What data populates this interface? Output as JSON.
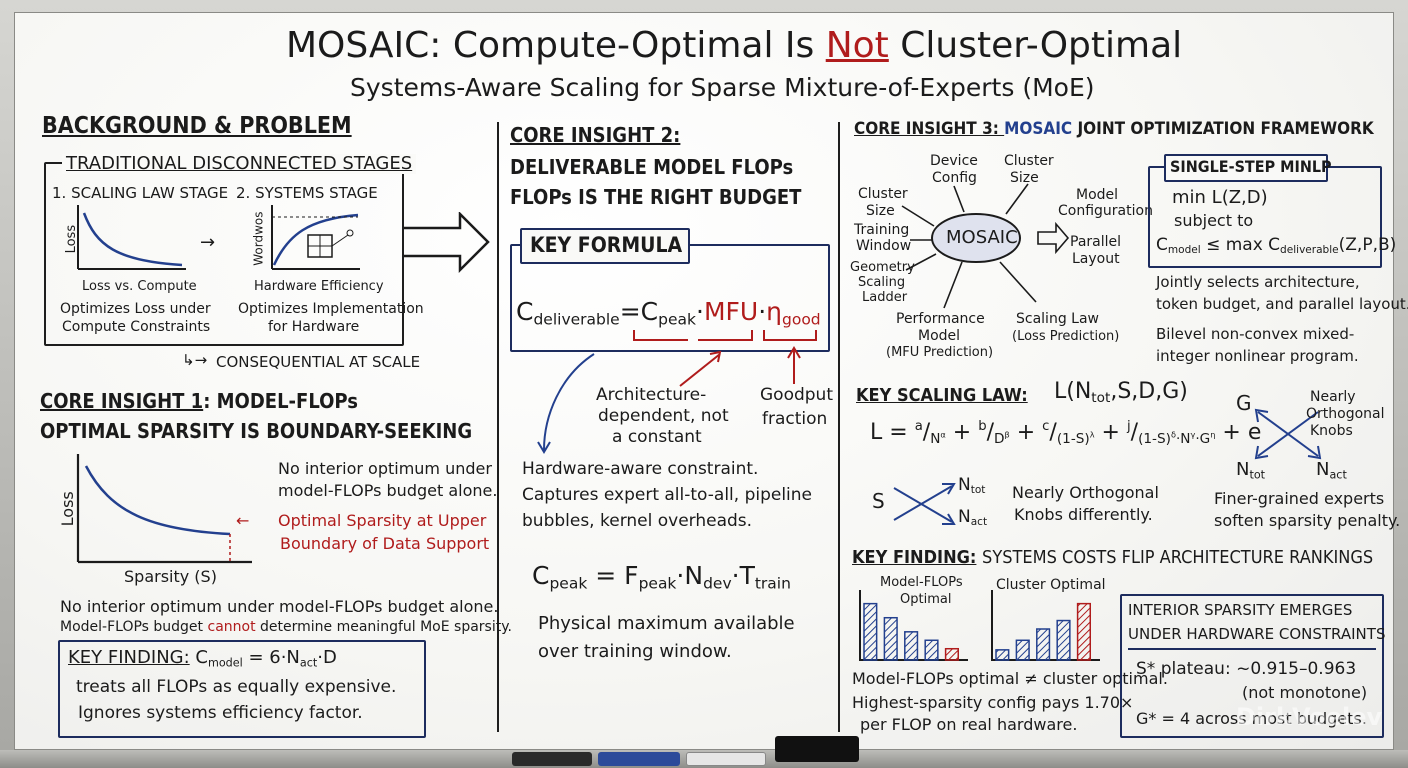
{
  "header": {
    "title_part1": "MOSAIC: Compute-Optimal Is ",
    "title_not": "Not",
    "title_part2": " Cluster-Optimal",
    "subtitle": "Systems-Aware Scaling for Sparse Mixture-of-Experts (MoE)"
  },
  "background": {
    "heading": "BACKGROUND & PROBLEM",
    "stages_title": "TRADITIONAL DISCONNECTED STAGES",
    "stage1_title": "1. SCALING LAW STAGE",
    "stage1_ylabel": "Loss",
    "stage1_caption": "Loss vs. Compute",
    "stage1_desc": [
      "Optimizes Loss under",
      "Compute Constraints"
    ],
    "stage2_title": "2. SYSTEMS STAGE",
    "stage2_ylabel": "Wordwos",
    "stage2_caption": "Hardware Efficiency",
    "stage2_desc": [
      "Optimizes Implementation",
      "for Hardware"
    ],
    "consequence": "CONSEQUENTIAL AT SCALE"
  },
  "insight1": {
    "heading_a": "CORE INSIGHT 1",
    "heading_b": ": MODEL-FLOPs",
    "heading_line2": "OPTIMAL SPARSITY IS BOUNDARY-SEEKING",
    "plot_ylabel": "Loss",
    "plot_xlabel": "Sparsity (S)",
    "note": [
      "No interior optimum under",
      "model-FLOPs budget alone."
    ],
    "annotation": [
      "Optimal Sparsity at Upper",
      "Boundary of Data Support"
    ],
    "text1": "No interior optimum under model-FLOPs budget alone.",
    "text2_a": "Model-FLOPs budget ",
    "text2_b": "cannot",
    "text2_c": " determine meaningful MoE sparsity."
  },
  "key_finding1": {
    "label": "KEY FINDING:",
    "line1": "treats all FLOPs as equally expensive.",
    "line2": "Ignores systems efficiency factor."
  },
  "insight2": {
    "heading": "CORE INSIGHT 2:",
    "line1": "DELIVERABLE MODEL FLOPs",
    "line2": "FLOPs IS THE RIGHT BUDGET",
    "formula_label": "KEY FORMULA",
    "mfu": "MFU",
    "note_arch": [
      "Architecture-",
      "dependent, not",
      "a constant"
    ],
    "note_goodput": [
      "Goodput",
      "fraction"
    ],
    "desc": [
      "Hardware-aware constraint.",
      "Captures expert all-to-all, pipeline",
      "bubbles, kernel overheads."
    ],
    "physical": [
      "Physical maximum available",
      "over training window."
    ]
  },
  "insight3": {
    "heading_a": "CORE INSIGHT 3: ",
    "heading_b": "MOSAIC",
    "heading_c": " JOINT OPTIMIZATION FRAMEWORK",
    "hub": "MOSAIC",
    "inputs": {
      "device": [
        "Device",
        "Config"
      ],
      "cluster_size_top": [
        "Cluster",
        "Size"
      ],
      "cluster_size_left": [
        "Cluster",
        "Size"
      ],
      "training_window": [
        "Training",
        "Window"
      ],
      "geometry": [
        "Geometry",
        "Scaling",
        "Ladder"
      ],
      "performance": [
        "Performance",
        "Model",
        "(MFU Prediction)"
      ],
      "scaling_law": [
        "Scaling Law",
        "(Loss Prediction)"
      ],
      "model_config": [
        "Model",
        "Configuration"
      ]
    },
    "output": [
      "Parallel",
      "Layout"
    ],
    "minlp_title": "SINGLE-STEP MINLP",
    "minlp_min": "min  L(Z,D)",
    "minlp_subject": "subject to",
    "desc1": [
      "Jointly selects architecture,",
      "token budget, and parallel layout."
    ],
    "desc2": [
      "Bilevel non-convex mixed-",
      "integer nonlinear program."
    ]
  },
  "scaling_law": {
    "heading": "KEY SCALING LAW:",
    "signature": "L(N",
    "signature_tail": ",S,D,G)",
    "knob_s": "S",
    "knob_note": [
      "Nearly Orthogonal",
      "Knobs differently."
    ],
    "knob_g": "G",
    "knob_g_note": [
      "Nearly",
      "Orthogonal",
      "Knobs"
    ],
    "finer": [
      "Finer-grained experts",
      "soften sparsity penalty."
    ]
  },
  "key_finding3": {
    "label": "KEY FINDING:",
    "text": "SYSTEMS COSTS FLIP ARCHITECTURE RANKINGS",
    "chart1_title": [
      "Model-FLOPs",
      "Optimal"
    ],
    "chart2_title": "Cluster Optimal",
    "compare": "Model-FLOPs optimal ≠ cluster optimal.",
    "note": [
      "Highest-sparsity config pays 1.70×",
      "per FLOP on real hardware."
    ]
  },
  "chart_data": [
    {
      "type": "bar",
      "title": "Model-FLOPs Optimal",
      "values": [
        10,
        7.5,
        5,
        3.5,
        2
      ],
      "ylim": [
        0,
        11
      ]
    },
    {
      "type": "bar",
      "title": "Cluster Optimal",
      "values": [
        1.8,
        3.5,
        5.5,
        7,
        10
      ],
      "ylim": [
        0,
        11
      ]
    }
  ],
  "interior": {
    "title": [
      "INTERIOR SPARSITY EMERGES",
      "UNDER HARDWARE CONSTRAINTS"
    ],
    "plateau_label": "S* plateau:",
    "plateau_value": "~0.915–0.963",
    "plateau_note": "(not monotone)",
    "g_text": "G* = 4 across most budgets."
  },
  "watermark": "DirkVoelev",
  "colors": {
    "ink": "#1b1b1b",
    "blue": "#23408e",
    "red": "#b01c1c"
  }
}
